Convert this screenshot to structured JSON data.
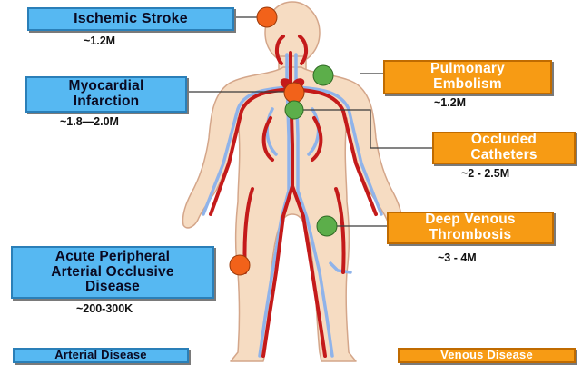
{
  "colors": {
    "arterial": "#56b8f2",
    "venous": "#f79b14",
    "artery_vessel": "#c41a1a",
    "vein_vessel": "#8fb3ea",
    "skin": "#f6dcc2",
    "arterial_marker": "#f2621a",
    "venous_marker": "#5cae4a"
  },
  "diseases": {
    "ischemic_stroke": {
      "label": "Ischemic Stroke",
      "stat": "~1.2M",
      "category": "arterial"
    },
    "myocardial_infarction": {
      "label_line1": "Myocardial",
      "label_line2": "Infarction",
      "stat": "~1.8—2.0M",
      "category": "arterial"
    },
    "acute_peripheral": {
      "label_line1": "Acute Peripheral",
      "label_line2": "Arterial Occlusive",
      "label_line3": "Disease",
      "stat": "~200-300K",
      "category": "arterial"
    },
    "pulmonary_embolism": {
      "label_line1": "Pulmonary",
      "label_line2": "Embolism",
      "stat": "~1.2M",
      "category": "venous"
    },
    "occluded_catheters": {
      "label_line1": "Occluded",
      "label_line2": "Catheters",
      "stat": "~2 - 2.5M",
      "category": "venous"
    },
    "deep_venous_thrombosis": {
      "label_line1": "Deep Venous",
      "label_line2": "Thrombosis",
      "stat": "~3 - 4M",
      "category": "venous"
    }
  },
  "legend": {
    "arterial": "Arterial Disease",
    "venous": "Venous Disease"
  }
}
